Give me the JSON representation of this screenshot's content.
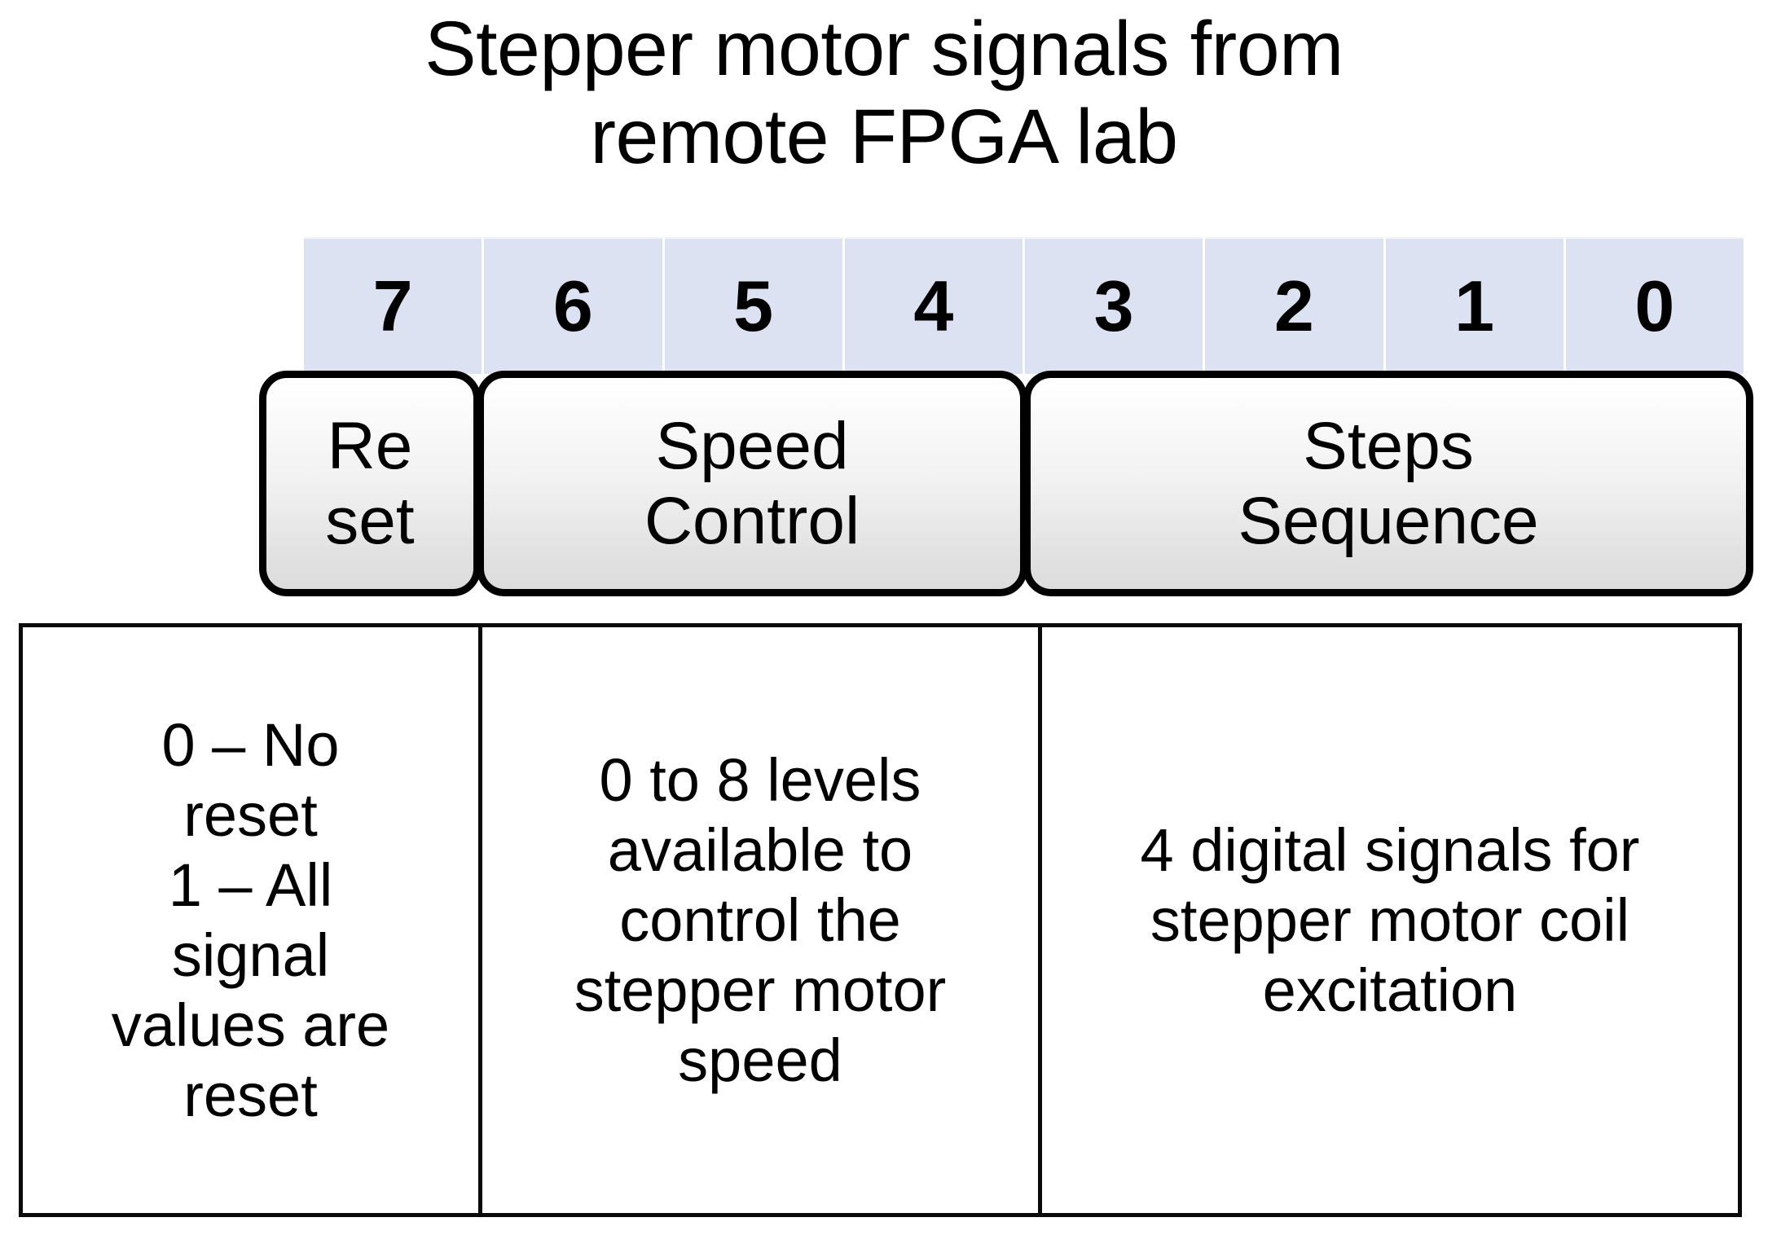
{
  "title": "Stepper motor signals from\nremote FPGA lab",
  "colors": {
    "bit_cell_background": "#dce2f1",
    "bit_cell_divider": "#ffffff",
    "field_box_border": "#000000",
    "field_box_gradient_top": "#ffffff",
    "field_box_gradient_bottom": "#dcdcdc",
    "table_border": "#0a0a0a",
    "page_background": "#ffffff",
    "text": "#000000"
  },
  "bit_row": {
    "bits": [
      "7",
      "6",
      "5",
      "4",
      "3",
      "2",
      "1",
      "0"
    ]
  },
  "fields": [
    {
      "label": "Re\nset",
      "bits": "7",
      "key": "reset"
    },
    {
      "label": "Speed\nControl",
      "bits": "6-4",
      "key": "speed-control"
    },
    {
      "label": "Steps\nSequence",
      "bits": "3-0",
      "key": "steps-sequence"
    }
  ],
  "descriptions": [
    {
      "key": "reset",
      "text": "0 – No\nreset\n1 – All\nsignal\nvalues are\nreset"
    },
    {
      "key": "speed-control",
      "text": "0 to 8 levels\navailable to\ncontrol the\nstepper motor\nspeed"
    },
    {
      "key": "steps-sequence",
      "text": "4 digital signals for\nstepper motor coil\nexcitation"
    }
  ]
}
